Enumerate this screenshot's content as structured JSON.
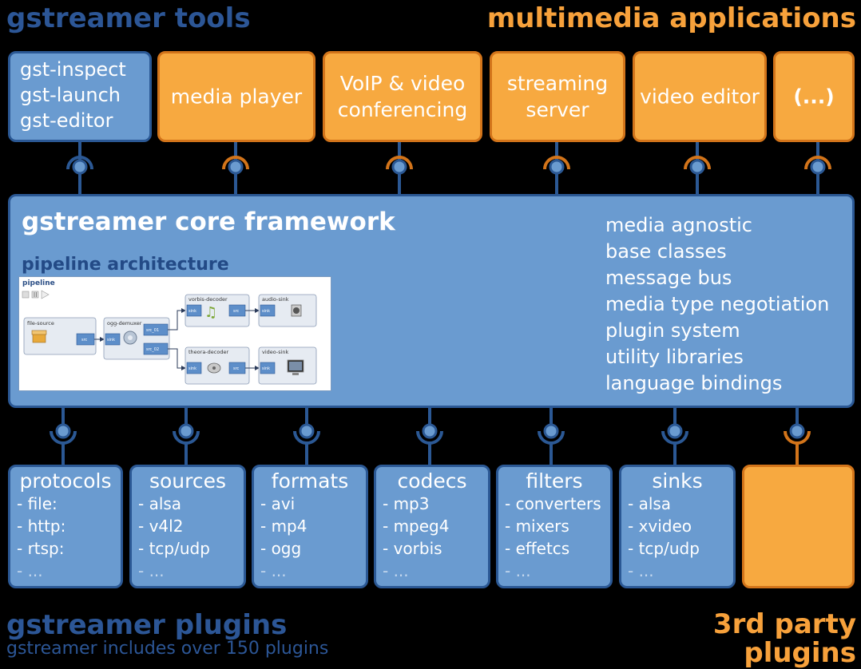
{
  "headers": {
    "tools_title": "gstreamer tools",
    "apps_title": "multimedia applications"
  },
  "tools_box": {
    "lines": [
      "gst-inspect",
      "gst-launch",
      "gst-editor"
    ]
  },
  "apps": [
    {
      "label": "media player"
    },
    {
      "label": "VoIP & video\nconferencing"
    },
    {
      "label": "streaming\nserver"
    },
    {
      "label": "video editor"
    },
    {
      "label": "(...)"
    }
  ],
  "core": {
    "title": "gstreamer core framework",
    "subtitle": "pipeline architecture",
    "features": [
      "media agnostic",
      "base classes",
      "message bus",
      "media type negotiation",
      "plugin system",
      "utility libraries",
      "language bindings"
    ],
    "pipeline": {
      "title": "pipeline",
      "elements": {
        "file_source": "file-source",
        "ogg_demuxer": "ogg-demuxer",
        "vorbis_decoder": "vorbis-decoder",
        "theora_decoder": "theora-decoder",
        "audio_sink": "audio-sink",
        "video_sink": "video-sink"
      },
      "pads": {
        "src": "src",
        "sink": "sink",
        "src_01": "src_01",
        "src_02": "src_02"
      }
    }
  },
  "plugins": [
    {
      "header": "protocols",
      "items": [
        "- file:",
        "- http:",
        "- rtsp:",
        "- ..."
      ]
    },
    {
      "header": "sources",
      "items": [
        "- alsa",
        "- v4l2",
        "- tcp/udp",
        "- ..."
      ]
    },
    {
      "header": "formats",
      "items": [
        "- avi",
        "- mp4",
        "- ogg",
        "- ..."
      ]
    },
    {
      "header": "codecs",
      "items": [
        "- mp3",
        "- mpeg4",
        "- vorbis",
        "- ..."
      ]
    },
    {
      "header": "filters",
      "items": [
        "- converters",
        "- mixers",
        "- effetcs",
        "- ..."
      ]
    },
    {
      "header": "sinks",
      "items": [
        "- alsa",
        "- xvideo",
        "- tcp/udp",
        "- ..."
      ]
    }
  ],
  "footer": {
    "plugins_title": "gstreamer plugins",
    "plugins_subtitle": "gstreamer includes over 150 plugins",
    "third_party_line1": "3rd party",
    "third_party_line2": "plugins"
  },
  "colors": {
    "blue_fill": "#6a9bd0",
    "blue_border": "#2b5894",
    "blue_text": "#2c5696",
    "orange_fill": "#f7a940",
    "orange_border": "#d2741a",
    "orange_text": "#f7a13b",
    "background": "#000000"
  }
}
